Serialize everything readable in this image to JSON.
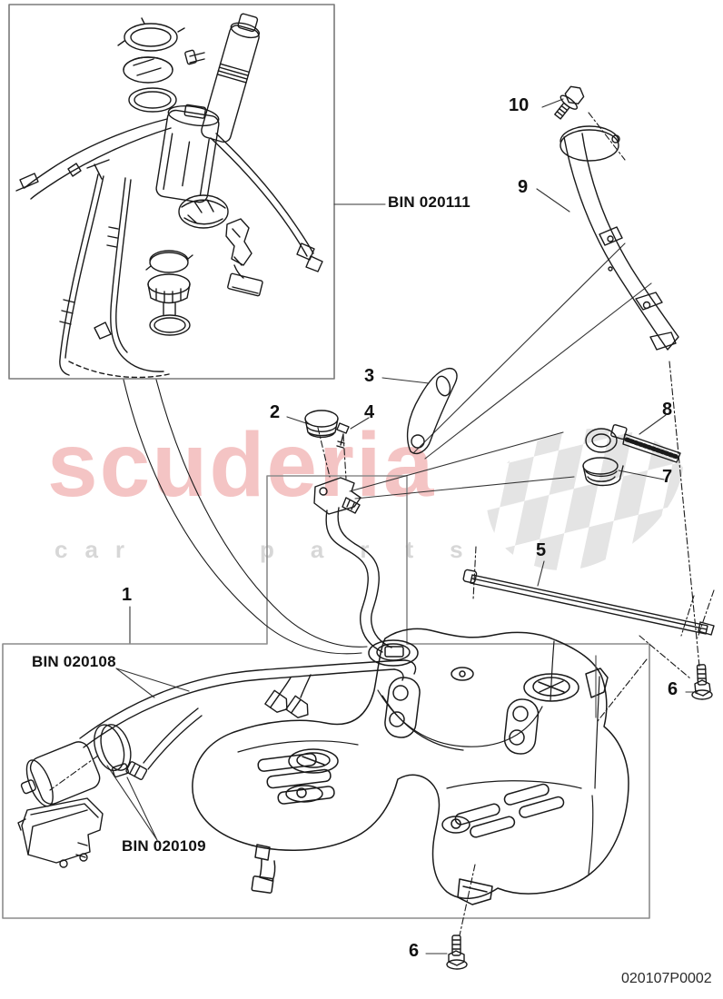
{
  "page": {
    "background": "#ffffff",
    "drawing_number": "020107P0002"
  },
  "watermark": {
    "brand": "scuderia",
    "tagline_word1": "car",
    "tagline_word2": "parts",
    "brand_color": "#f3bebe",
    "tagline_color": "#d7d7d7",
    "flag_color": "#e4e4e4"
  },
  "callouts": [
    "1",
    "2",
    "3",
    "4",
    "5",
    "6",
    "7",
    "8",
    "9",
    "10"
  ],
  "bin_labels": {
    "pump_module": "BIN 020111",
    "fuel_lines": "BIN 020108",
    "fuel_filter": "BIN 020109"
  },
  "colors": {
    "line": "#1a1a1a",
    "frame": "#8c8c8c",
    "leader": "#333333"
  }
}
